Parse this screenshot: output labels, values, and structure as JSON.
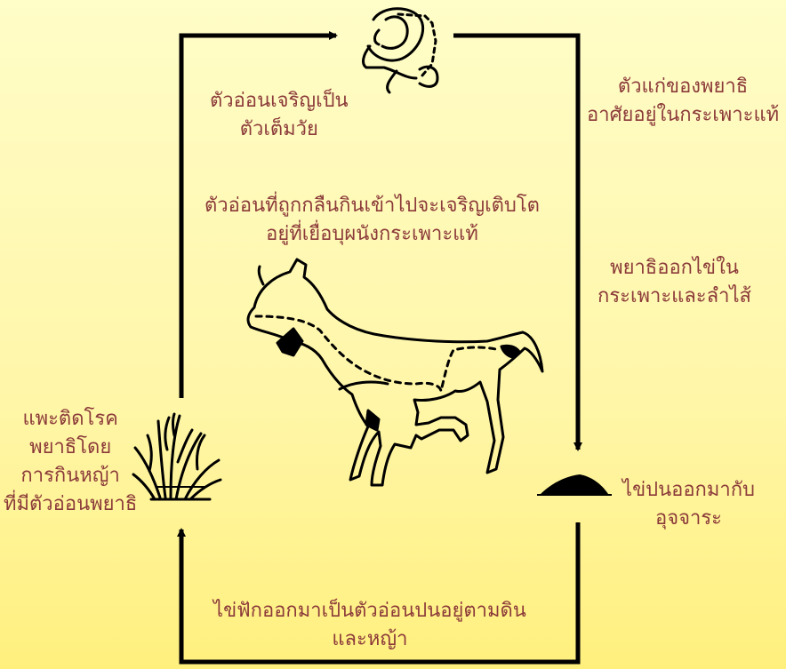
{
  "colors": {
    "text": "#8b3a3a",
    "line": "#000000",
    "background_top": "#fffdc8",
    "background_bottom": "#fff07e"
  },
  "labels": {
    "larva_to_adult": [
      "ตัวอ่อนเจริญเป็น",
      "ตัวเต็มวัย"
    ],
    "adult_stomach": [
      "ตัวแก่ของพยาธิ",
      "อาศัยอยู่ในกระเพาะแท้"
    ],
    "swallowed_larva": [
      "ตัวอ่อนที่ถูกกลืนกินเข้าไปจะเจริญเติบโต",
      "อยู่ที่เยื่อบุผนังกระเพาะแท้"
    ],
    "eggs_laid": [
      "พยาธิออกไข่ใน",
      "กระเพาะและลำไส้"
    ],
    "infection": [
      "แพะติดโรค",
      "พยาธิโดย",
      "การกินหญ้า",
      "ที่มีตัวอ่อนพยาธิ"
    ],
    "eggs_feces": [
      "ไข่ปนออกมากับ",
      "อุจจาระ"
    ],
    "hatch": [
      "ไข่ฟักออกมาเป็นตัวอ่อนปนอยู่ตามดิน",
      "และหญ้า"
    ]
  },
  "icons": {
    "worm": "worm-icon",
    "goat": "goat-icon",
    "grass": "grass-icon",
    "feces": "feces-pile-icon"
  }
}
